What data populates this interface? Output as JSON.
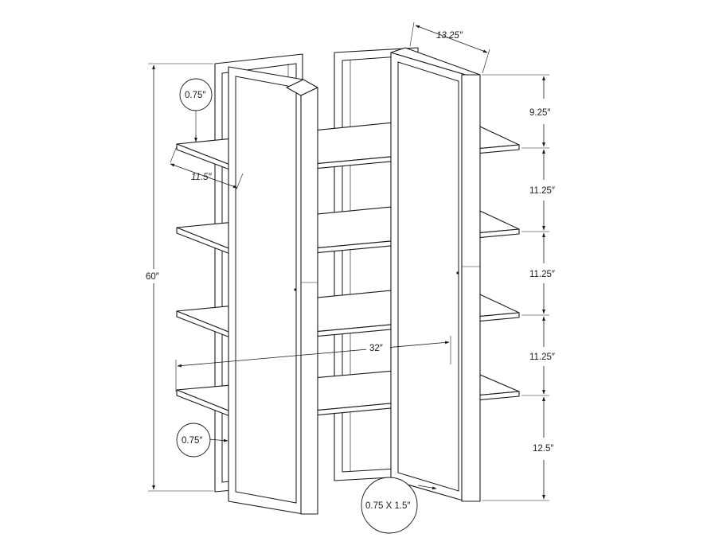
{
  "dimensions": {
    "depth_top": "13.25″",
    "shelf_depth": "11.5″",
    "overall_height": "60″",
    "width": "32″",
    "gap_top": "9.25″",
    "gap_2": "11.25″",
    "gap_3": "11.25″",
    "gap_4": "11.25″",
    "gap_bottom": "12.5″"
  },
  "callouts": {
    "shelf_thickness_top": "0.75″",
    "shelf_thickness_bottom": "0.75″",
    "tube_size": "0.75 X 1.5″"
  }
}
